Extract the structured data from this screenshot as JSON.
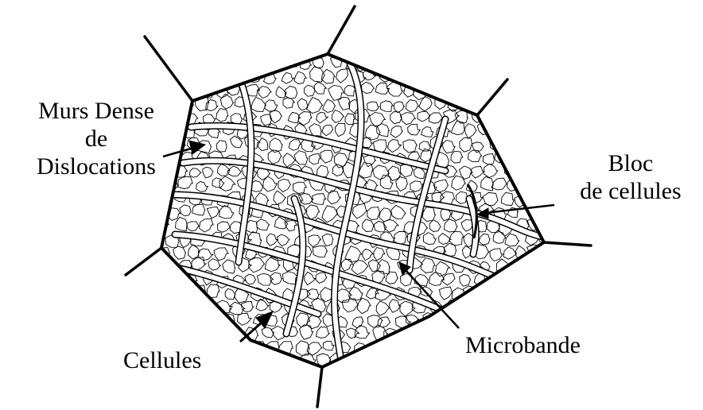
{
  "labels": {
    "walls_line1": "Murs Dense",
    "walls_line2": "de",
    "walls_line3": "Dislocations",
    "block_line1": "Bloc",
    "block_line2": "de cellules",
    "microband": "Microbande",
    "cells": "Cellules"
  },
  "colors": {
    "ink": "#000000",
    "background": "#ffffff"
  }
}
